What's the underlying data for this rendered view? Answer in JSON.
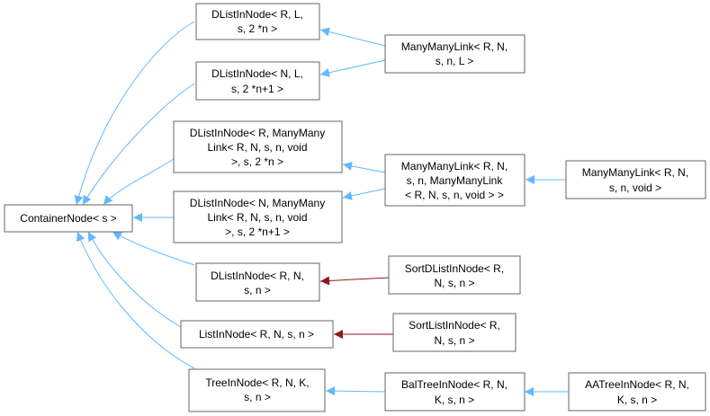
{
  "colors": {
    "inherit_edge": "#63b8ff",
    "use_edge": "#8b1a1a",
    "node_border": "#666666"
  },
  "nodes": {
    "container": [
      "ContainerNode< s >"
    ],
    "dlist_rl": [
      "DListInNode< R, L,",
      "s, 2 *n >"
    ],
    "dlist_nl": [
      "DListInNode< N, L,",
      "s, 2 *n+1 >"
    ],
    "dlist_rmm": [
      "DListInNode< R, ManyMany",
      "Link< R, N, s, n, void",
      ">, s, 2 *n >"
    ],
    "dlist_nmm": [
      "DListInNode< N, ManyMany",
      "Link< R, N, s, n, void",
      ">, s, 2 *n+1 >"
    ],
    "dlist_rn": [
      "DListInNode< R, N,",
      "s, n >"
    ],
    "list_rn": [
      "ListInNode< R, N, s, n >"
    ],
    "tree_rnk": [
      "TreeInNode< R, N, K,",
      "s, n >"
    ],
    "mml_rnl": [
      "ManyManyLink< R, N,",
      "s, n, L >"
    ],
    "mml_mid": [
      "ManyManyLink< R, N,",
      "s, n, ManyManyLink",
      "< R, N, s, n, void > >"
    ],
    "mml_void": [
      "ManyManyLink< R, N,",
      "s, n, void >"
    ],
    "sort_dlist": [
      "SortDListInNode< R,",
      "N, s, n >"
    ],
    "sort_list": [
      "SortListInNode< R,",
      "N, s, n >"
    ],
    "bal_tree": [
      "BalTreeInNode< R, N,",
      "K, s, n >"
    ],
    "aa_tree": [
      "AATreeInNode< R, N,",
      "K, s, n >"
    ]
  }
}
